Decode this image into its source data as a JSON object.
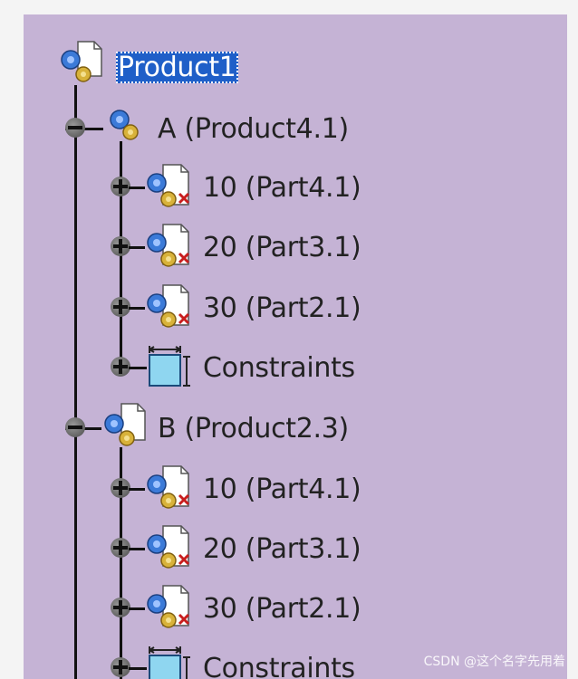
{
  "tree": {
    "root": {
      "label": "Product1",
      "selected": true
    },
    "groups": [
      {
        "label": "A (Product4.1)",
        "expanded": true,
        "children": [
          {
            "label": "10 (Part4.1)",
            "type": "part"
          },
          {
            "label": "20 (Part3.1)",
            "type": "part"
          },
          {
            "label": "30 (Part2.1)",
            "type": "part"
          },
          {
            "label": "Constraints",
            "type": "constraints"
          }
        ]
      },
      {
        "label": "B (Product2.3)",
        "expanded": true,
        "children": [
          {
            "label": "10 (Part4.1)",
            "type": "part"
          },
          {
            "label": "20 (Part3.1)",
            "type": "part"
          },
          {
            "label": "30 (Part2.1)",
            "type": "part"
          },
          {
            "label": "Constraints",
            "type": "constraints"
          }
        ]
      }
    ]
  },
  "icons": {
    "root": "product-icon",
    "product": "product-icon",
    "part": "part-icon",
    "constraints": "constraints-icon"
  },
  "watermark": "CSDN @这个名字先用着",
  "colors": {
    "panel_bg": "#c5b3d5",
    "selection": "#1f5fc8",
    "text": "#222222"
  }
}
